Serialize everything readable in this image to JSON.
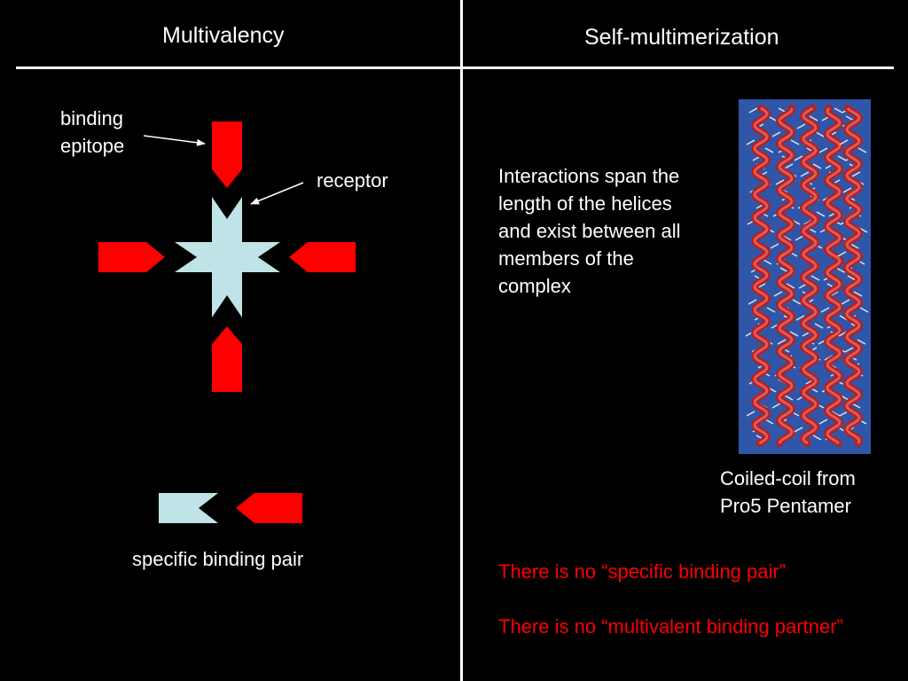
{
  "left": {
    "heading": "Multivalency",
    "epitope_label_line1": "binding",
    "epitope_label_line2": "epitope",
    "receptor_label": "receptor",
    "pair_label": "specific binding pair"
  },
  "right": {
    "heading": "Self-multimerization",
    "description_lines": [
      "Interactions span the",
      "length of the helices",
      "and exist between all",
      "members of the",
      "complex"
    ],
    "image_caption_line1": "Coiled-coil from",
    "image_caption_line2": "Pro5 Pentamer",
    "note1": "There is no “specific binding pair”",
    "note2": "There is no “multivalent binding partner”"
  },
  "colors": {
    "background": "#000000",
    "text": "#ffffff",
    "epitope": "#ff0000",
    "receptor": "#bfe3e6",
    "note": "#ff0000",
    "protein_background": "#2f56a8",
    "helix": "#b22222"
  }
}
